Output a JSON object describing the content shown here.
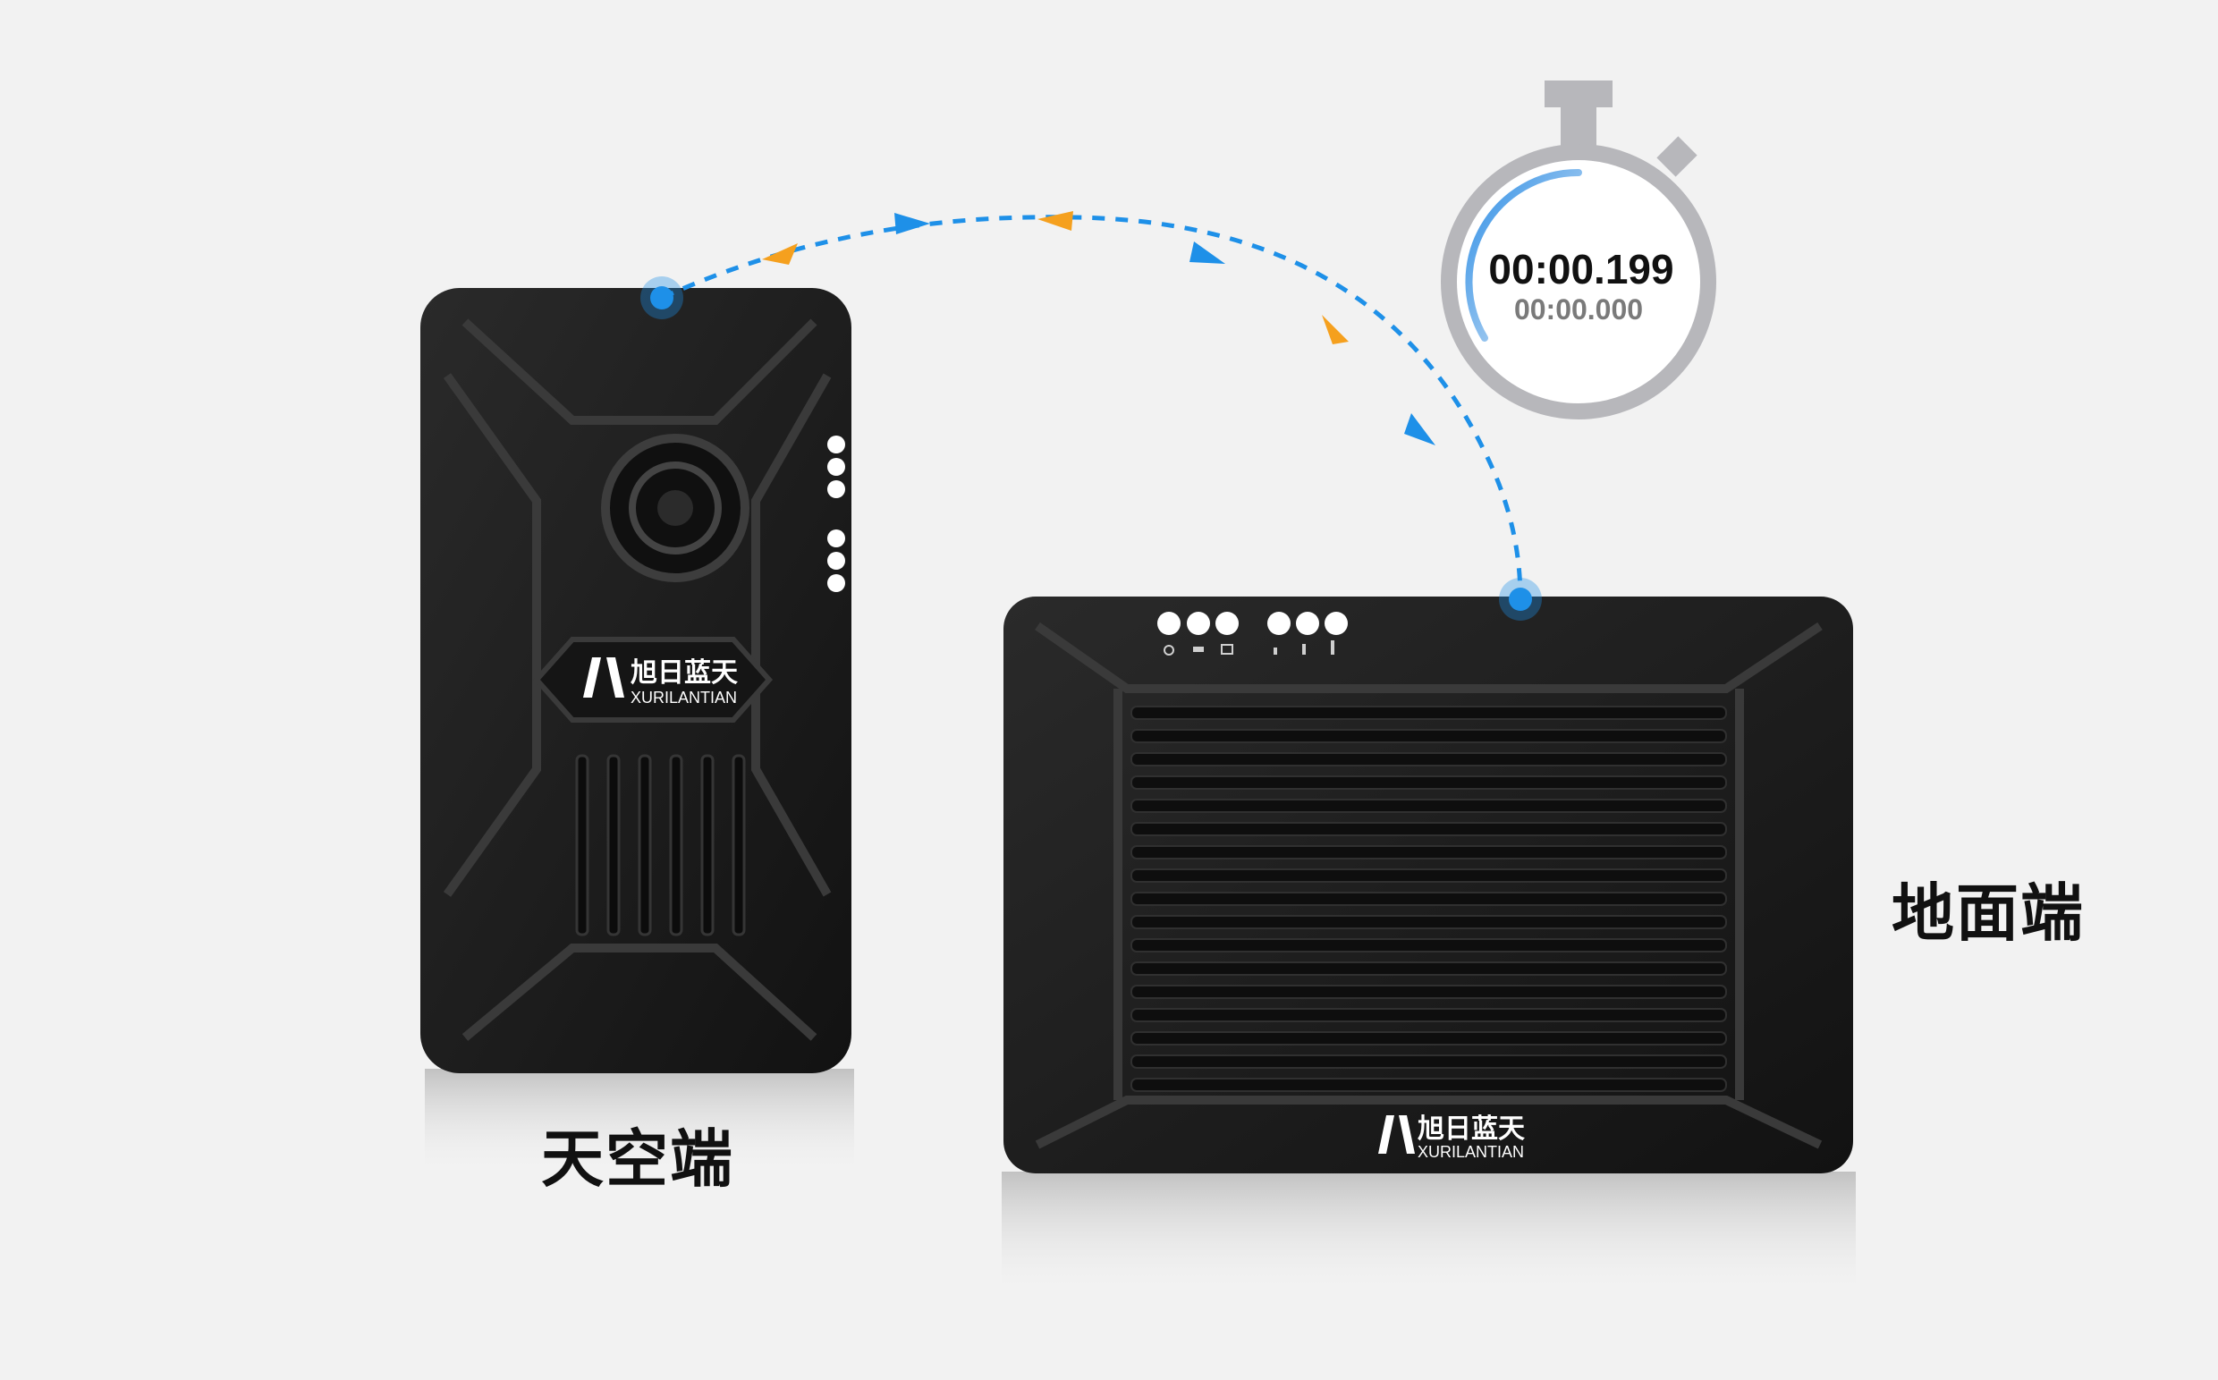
{
  "labels": {
    "air_unit": "天空端",
    "ground_unit": "地面端"
  },
  "brand": {
    "name_cn": "旭日蓝天",
    "name_en": "XURILANTIAN"
  },
  "timer": {
    "elapsed": "00:00.199",
    "lap": "00:00.000"
  },
  "colors": {
    "background": "#f2f2f2",
    "device_body": "#1b1b1b",
    "link_blue": "#1e90e8",
    "arrow_orange": "#f5a01e",
    "stopwatch_gray": "#b7b7bb",
    "stopwatch_progress": "#2f8fe6"
  }
}
